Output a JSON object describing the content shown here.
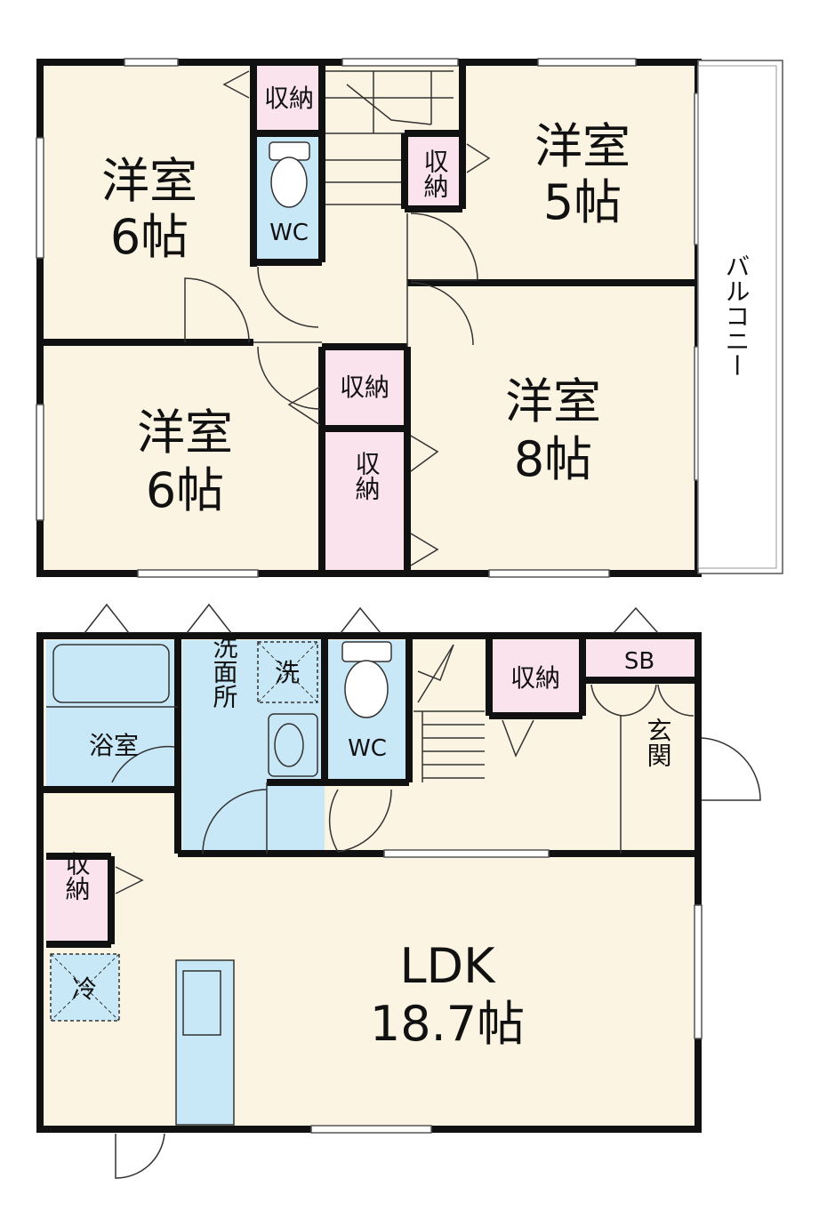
{
  "upper_floor": {
    "room_nw": {
      "name": "洋室",
      "size": "6帖"
    },
    "room_ne": {
      "name": "洋室",
      "size": "5帖"
    },
    "room_sw": {
      "name": "洋室",
      "size": "6帖"
    },
    "room_se": {
      "name": "洋室",
      "size": "8帖"
    },
    "wc": "WC",
    "storage_top": "収納",
    "storage_stair": "収納",
    "storage_mid": "収納",
    "storage_tall": "収納",
    "balcony": "バルコニー"
  },
  "lower_floor": {
    "ldk": {
      "name": "LDK",
      "size": "18.7帖"
    },
    "bath": "浴室",
    "washroom": "洗面所",
    "washer": "洗",
    "wc": "WC",
    "storage_stair": "収納",
    "shoe_box": "SB",
    "entrance": "玄関",
    "storage_ldk": "収納",
    "fridge": "冷"
  },
  "colors": {
    "room": "#fbf4e2",
    "wet": "#c9e8f7",
    "storage": "#fbe3ee",
    "wall": "#111111"
  }
}
